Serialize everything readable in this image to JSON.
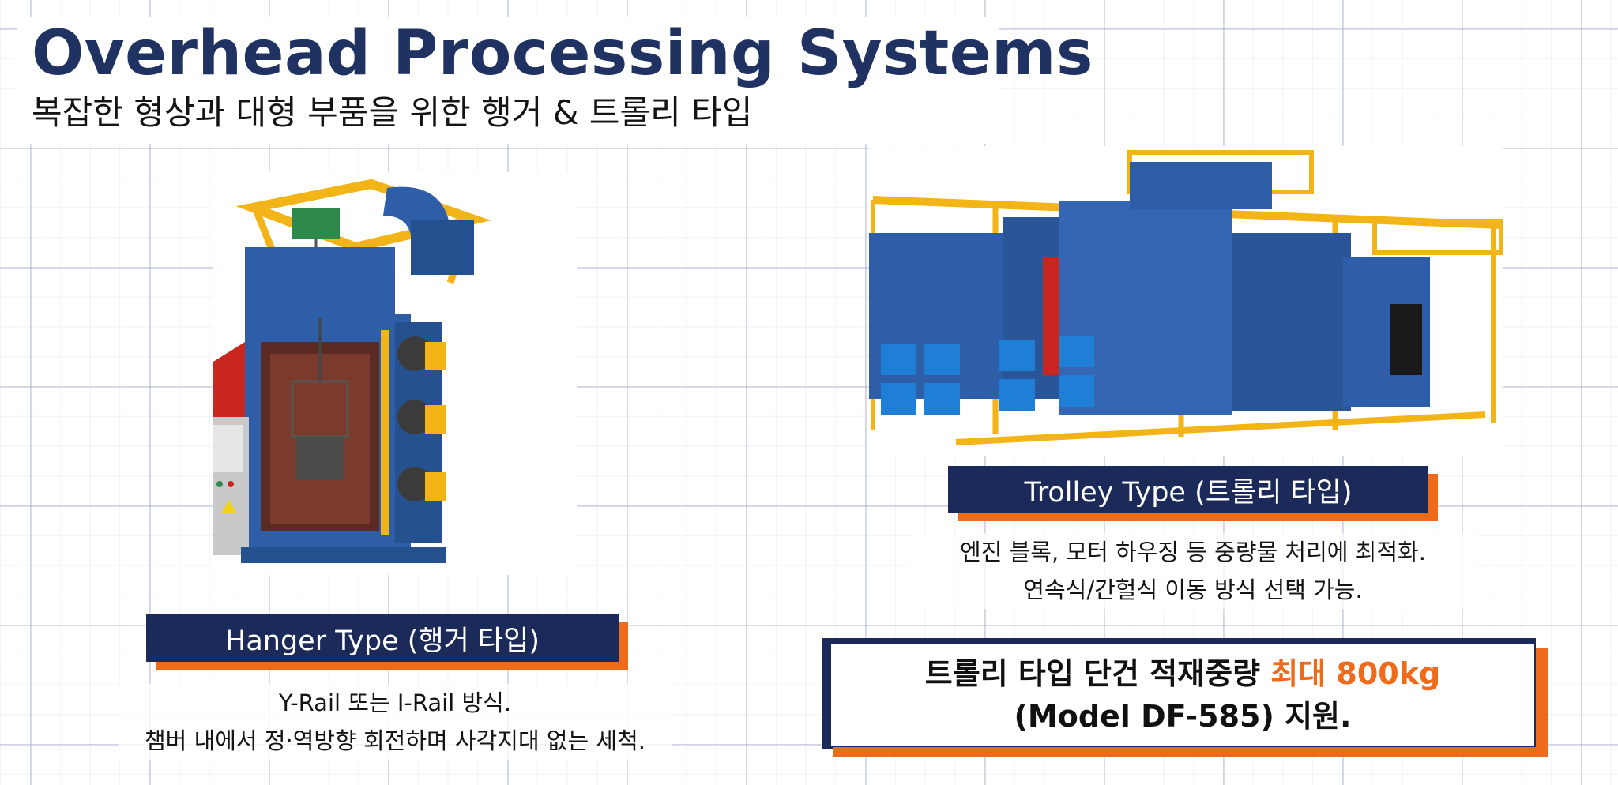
{
  "header": {
    "title": "Overhead Processing Systems",
    "subtitle": "복잡한 형상과 대형 부품을 위한 행거 & 트롤리 타입"
  },
  "hanger": {
    "label": "Hanger Type (행거 타입)",
    "desc_line1": "Y-Rail 또는 I-Rail 방식.",
    "desc_line2": "챔버 내에서 정·역방향 회전하며 사각지대 없는 세척."
  },
  "trolley": {
    "label": "Trolley Type (트롤리 타입)",
    "desc_line1": "엔진 블록, 모터 하우징 등 중량물 처리에 최적화.",
    "desc_line2": "연속식/간헐식 이동 방식 선택 가능."
  },
  "callout": {
    "line1_prefix": "트롤리 타입 단건 적재중량 ",
    "line1_highlight": "최대 800kg",
    "line2": "(Model DF-585) 지원."
  },
  "colors": {
    "navy": "#1b2a58",
    "title_navy": "#1f3262",
    "orange": "#ef6b1c",
    "machine_blue": "#2f5ea8",
    "frame_yellow": "#f2b416",
    "door_red": "#c8261e"
  },
  "icons": {
    "hanger_photo": "hanger-shot-blast-machine",
    "trolley_photo": "trolley-shot-blast-line"
  }
}
